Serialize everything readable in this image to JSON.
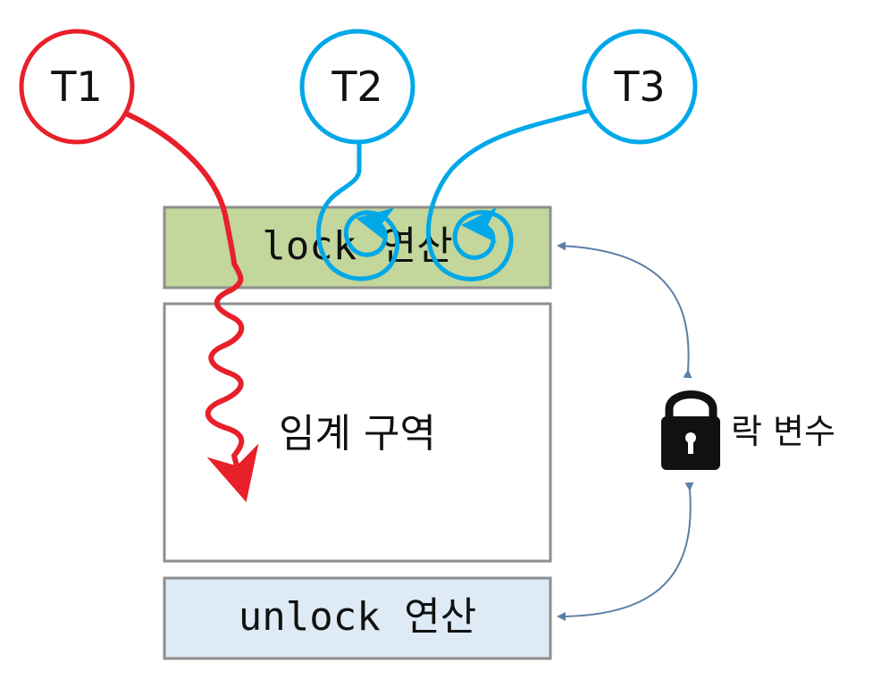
{
  "threads": [
    {
      "id": "T1",
      "label": "T1",
      "color": "#e8202a"
    },
    {
      "id": "T2",
      "label": "T2",
      "color": "#00a8e8"
    },
    {
      "id": "T3",
      "label": "T3",
      "color": "#00a8e8"
    }
  ],
  "blocks": {
    "lock": {
      "label": "lock 연산",
      "fill": "#c3d69b",
      "border": "#8e8e8e"
    },
    "critical": {
      "label": "임계 구역",
      "fill": "#ffffff",
      "border": "#8e8e8e"
    },
    "unlock": {
      "label": "unlock 연산",
      "fill": "#deebf7",
      "border": "#8e8e8e"
    }
  },
  "lock_variable": {
    "label": "락 변수",
    "icon": "padlock-icon",
    "arrow_color": "#5b7fa6"
  }
}
